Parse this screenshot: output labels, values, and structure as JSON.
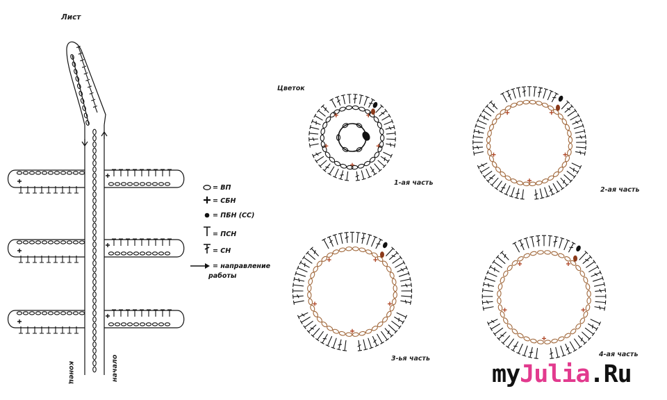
{
  "diagram": {
    "leaf_title": "Лист",
    "flower_title": "Цветок",
    "end_label": "конец",
    "start_label": "начало",
    "parts": [
      "1-ая часть",
      "2-ая часть",
      "3-ья часть",
      "4-ая часть"
    ]
  },
  "legend": [
    {
      "symbol": "oval-symbol",
      "text": "= ВП"
    },
    {
      "symbol": "plus-symbol",
      "text": "= СБН"
    },
    {
      "symbol": "dot-symbol",
      "text": "= ПБН (СС)"
    },
    {
      "symbol": "t-symbol",
      "text": "= ПСН"
    },
    {
      "symbol": "t-cross-symbol",
      "text": "= СН"
    },
    {
      "symbol": "arrow-symbol",
      "text": "= направление"
    },
    {
      "symbol": "",
      "text": "работы"
    }
  ],
  "watermark": {
    "part1": "my",
    "part2": "Julia",
    "part3": ".Ru"
  },
  "colors": {
    "chain_brown": "#a0673a",
    "plus_brown": "#b04a2a",
    "ink": "#111111",
    "watermark_pink": "#e23a8e"
  }
}
